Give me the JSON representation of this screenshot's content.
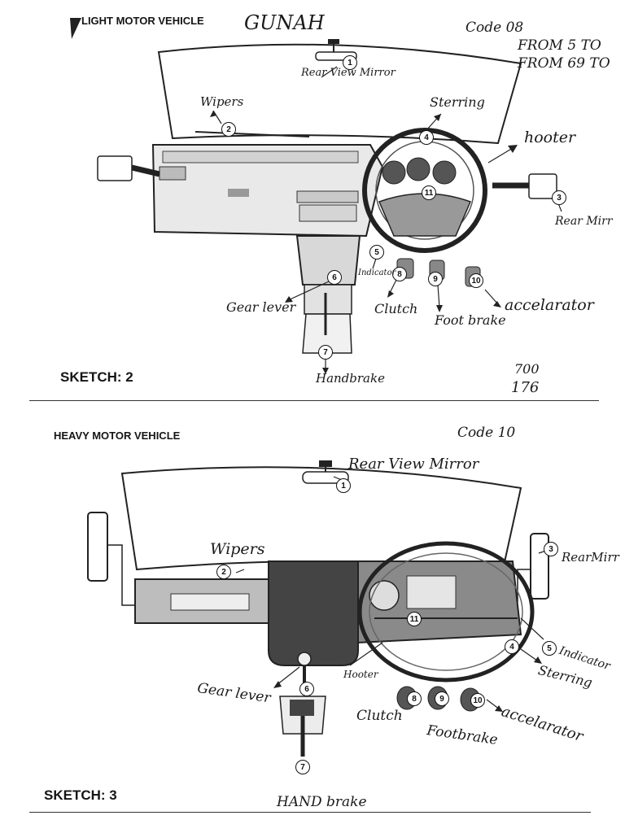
{
  "sketch2": {
    "vehicle_title": "LIGHT MOTOR VEHICLE",
    "sketch_label": "SKETCH: 2",
    "handwritten_name": "GUNAH",
    "handwritten_code_line1": "Code 08",
    "handwritten_code_line2": "FROM 5 TO",
    "handwritten_code_line3": "FROM 69 TO",
    "handwritten_numbers": [
      "700",
      "176"
    ],
    "callouts": [
      {
        "num": "1",
        "label": "Rear View Mirror"
      },
      {
        "num": "2",
        "label": "Wipers"
      },
      {
        "num": "3",
        "label": "Rear Mirr"
      },
      {
        "num": "4",
        "label": "Sterring"
      },
      {
        "num": "5",
        "label": "Indicator"
      },
      {
        "num": "6",
        "label": "Gear lever"
      },
      {
        "num": "7",
        "label": "Handbrake"
      },
      {
        "num": "8",
        "label": "Clutch"
      },
      {
        "num": "9",
        "label": "Foot brake"
      },
      {
        "num": "10",
        "label": "accelarator"
      },
      {
        "num": "11",
        "label": "hooter"
      }
    ]
  },
  "sketch3": {
    "vehicle_title": "HEAVY MOTOR VEHICLE",
    "sketch_label": "SKETCH: 3",
    "handwritten_code": "Code 10",
    "callouts": [
      {
        "num": "1",
        "label": "Rear View Mirror"
      },
      {
        "num": "2",
        "label": "Wipers"
      },
      {
        "num": "3",
        "label": "RearMirr"
      },
      {
        "num": "4",
        "label": "Sterring"
      },
      {
        "num": "5",
        "label": "Indicator"
      },
      {
        "num": "6",
        "label": "Gear lever"
      },
      {
        "num": "7",
        "label": "HAND brake"
      },
      {
        "num": "8",
        "label": "Clutch"
      },
      {
        "num": "9",
        "label": "Footbrake"
      },
      {
        "num": "10",
        "label": "accelarator"
      },
      {
        "num": "11",
        "label": "Hooter"
      }
    ]
  }
}
